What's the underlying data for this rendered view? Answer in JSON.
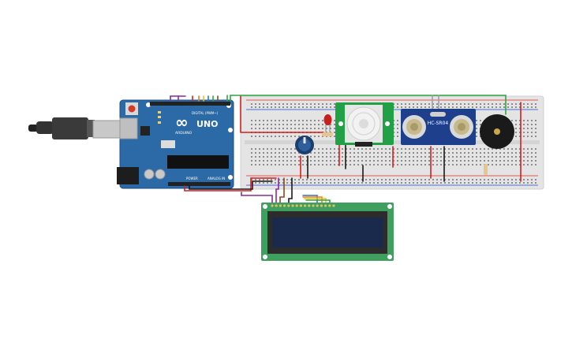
{
  "arduino": {
    "logo": "∞",
    "model": "UNO",
    "brand": "ARDUINO",
    "digital_label": "DIGITAL (PWM~)",
    "power_label": "POWER",
    "analog_label": "ANALOG IN",
    "board_color": "#2b6aa6"
  },
  "pir_sensor": {
    "board_color": "#22a045",
    "dome_color": "#f2f2f2"
  },
  "ultrasonic_sensor": {
    "label": "HC-SR04",
    "board_color": "#1e3f8c"
  },
  "lcd": {
    "board_color": "#3f9f5f",
    "screen_color": "#1a2a4c"
  },
  "breadboard": {
    "color": "#e4e4e4"
  },
  "wire_colors": {
    "red": "#d81d1d",
    "black": "#1a1a1a",
    "green": "#2fa640",
    "purple": "#8a2a9a",
    "orange": "#ef7f1a",
    "yellow": "#e2c21c",
    "blue": "#2b74c9",
    "grey": "#9aa0a6",
    "brown": "#8b4a1c"
  }
}
